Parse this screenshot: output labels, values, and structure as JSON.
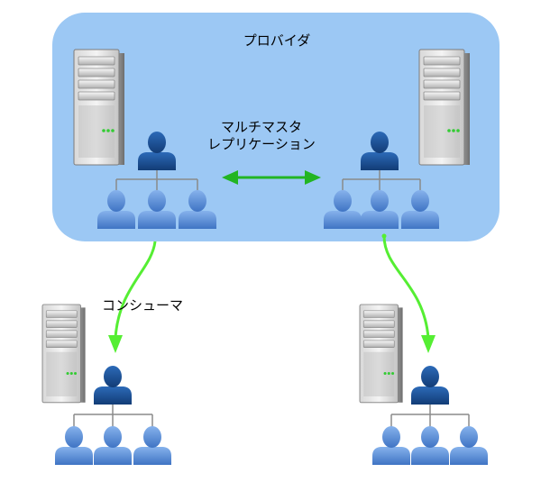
{
  "provider": {
    "label": "プロバイダ"
  },
  "replication": {
    "line1": "マルチマスタ",
    "line2": "レプリケーション"
  },
  "consumer": {
    "label": "コンシューマ"
  },
  "colors": {
    "provider_bg": "#9cc8f4",
    "arrow_green": "#22b522",
    "flow_green": "#55ee33",
    "tree_line": "#8a8a8a",
    "user_dark": "#1c4f94",
    "user_light": "#5b8fd6"
  },
  "icons": [
    "server-icon",
    "user-icon",
    "users-icon"
  ]
}
